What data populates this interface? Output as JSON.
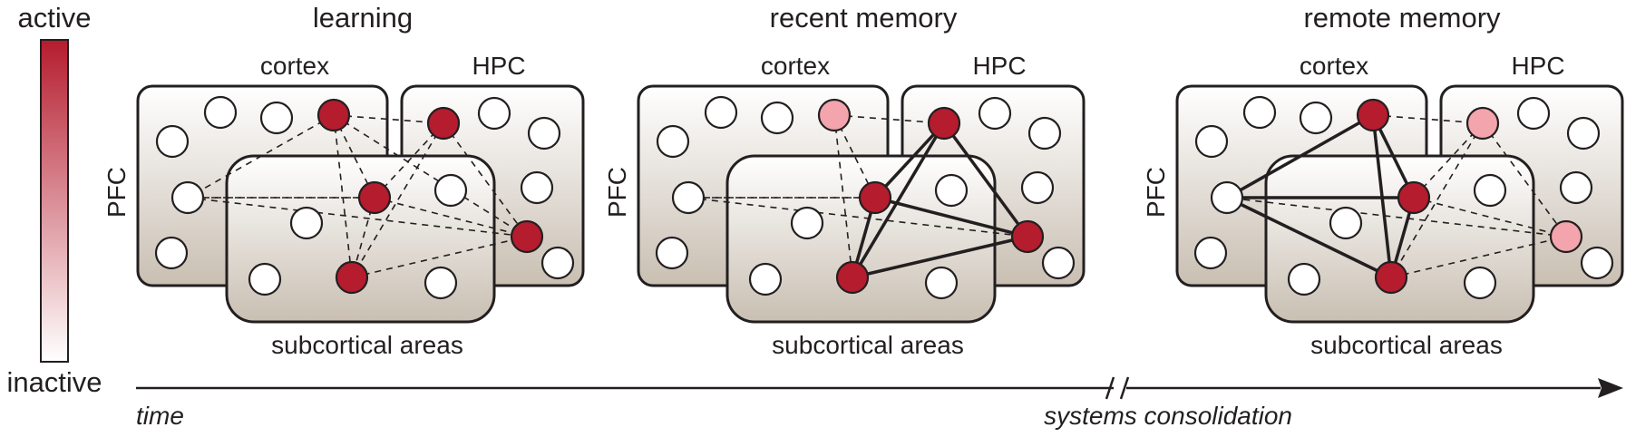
{
  "legend": {
    "top_label": "active",
    "bottom_label": "inactive",
    "colors": {
      "active": "#b51c2e",
      "weak": "#f4a4ac",
      "inactive": "#ffffff"
    }
  },
  "region_labels": {
    "cortex": "cortex",
    "hpc": "HPC",
    "pfc": "PFC",
    "subcortical": "subcortical areas"
  },
  "panels": [
    {
      "title": "learning",
      "nodes": [
        "inactive",
        "inactive",
        "inactive",
        "active",
        "inactive",
        "inactive",
        "inactive",
        "inactive",
        "active",
        "inactive",
        "inactive",
        "inactive",
        "active",
        "inactive",
        "inactive",
        "inactive",
        "inactive",
        "inactive",
        "active",
        "inactive",
        "active",
        "inactive"
      ],
      "links": [
        {
          "from": 3,
          "to": 8,
          "style": "dashed"
        },
        {
          "from": 3,
          "to": 12,
          "style": "dashed"
        },
        {
          "from": 3,
          "to": 18,
          "style": "dashed"
        },
        {
          "from": 3,
          "to": 20,
          "style": "dashed"
        },
        {
          "from": 3,
          "to": 9,
          "style": "dashed"
        },
        {
          "from": 9,
          "to": 12,
          "style": "dashed"
        },
        {
          "from": 9,
          "to": 20,
          "style": "dashed"
        },
        {
          "from": 8,
          "to": 12,
          "style": "dashed"
        },
        {
          "from": 8,
          "to": 18,
          "style": "dashed"
        },
        {
          "from": 8,
          "to": 20,
          "style": "dashed"
        },
        {
          "from": 12,
          "to": 18,
          "style": "dashed"
        },
        {
          "from": 12,
          "to": 20,
          "style": "dashed"
        },
        {
          "from": 18,
          "to": 20,
          "style": "dashed"
        },
        {
          "from": 12,
          "to": 9,
          "style": "dashed"
        }
      ]
    },
    {
      "title": "recent memory",
      "nodes": [
        "inactive",
        "inactive",
        "inactive",
        "weak",
        "inactive",
        "inactive",
        "inactive",
        "inactive",
        "active",
        "inactive",
        "inactive",
        "inactive",
        "active",
        "inactive",
        "inactive",
        "inactive",
        "inactive",
        "inactive",
        "active",
        "inactive",
        "active",
        "inactive"
      ],
      "links": [
        {
          "from": 3,
          "to": 8,
          "style": "dashed"
        },
        {
          "from": 3,
          "to": 12,
          "style": "dashed"
        },
        {
          "from": 3,
          "to": 18,
          "style": "dashed"
        },
        {
          "from": 9,
          "to": 12,
          "style": "dashed"
        },
        {
          "from": 9,
          "to": 20,
          "style": "dashed"
        },
        {
          "from": 8,
          "to": 12,
          "style": "dashed"
        },
        {
          "from": 8,
          "to": 20,
          "style": "dashed"
        },
        {
          "from": 12,
          "to": 9,
          "style": "dashed"
        },
        {
          "from": 8,
          "to": 18,
          "style": "solid"
        },
        {
          "from": 8,
          "to": 20,
          "style": "solid"
        },
        {
          "from": 8,
          "to": 12,
          "style": "solid"
        },
        {
          "from": 12,
          "to": 18,
          "style": "solid"
        },
        {
          "from": 12,
          "to": 20,
          "style": "solid"
        },
        {
          "from": 18,
          "to": 20,
          "style": "solid"
        }
      ]
    },
    {
      "title": "remote memory",
      "nodes": [
        "inactive",
        "inactive",
        "inactive",
        "active",
        "inactive",
        "inactive",
        "inactive",
        "inactive",
        "weak",
        "inactive",
        "inactive",
        "inactive",
        "active",
        "inactive",
        "inactive",
        "inactive",
        "inactive",
        "inactive",
        "active",
        "inactive",
        "weak",
        "inactive"
      ],
      "links": [
        {
          "from": 3,
          "to": 8,
          "style": "dashed"
        },
        {
          "from": 8,
          "to": 12,
          "style": "dashed"
        },
        {
          "from": 8,
          "to": 18,
          "style": "dashed"
        },
        {
          "from": 8,
          "to": 20,
          "style": "dashed"
        },
        {
          "from": 12,
          "to": 20,
          "style": "dashed"
        },
        {
          "from": 18,
          "to": 20,
          "style": "dashed"
        },
        {
          "from": 20,
          "to": 9,
          "style": "dashed"
        },
        {
          "from": 3,
          "to": 9,
          "style": "solid"
        },
        {
          "from": 3,
          "to": 12,
          "style": "solid"
        },
        {
          "from": 3,
          "to": 18,
          "style": "solid"
        },
        {
          "from": 9,
          "to": 12,
          "style": "solid"
        },
        {
          "from": 9,
          "to": 18,
          "style": "solid"
        },
        {
          "from": 12,
          "to": 18,
          "style": "solid"
        }
      ]
    }
  ],
  "timeline": {
    "start_label": "time",
    "end_label": "systems consolidation"
  }
}
